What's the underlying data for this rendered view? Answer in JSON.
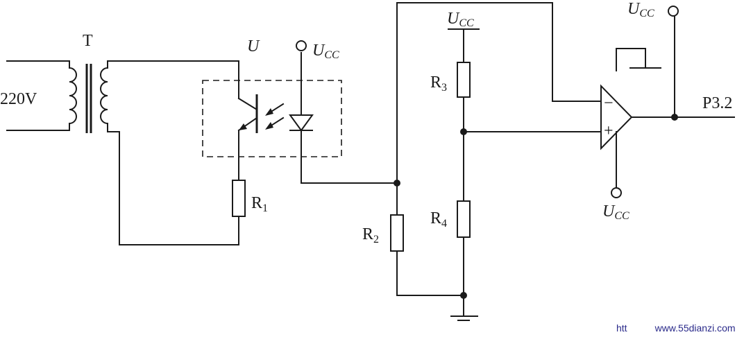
{
  "labels": {
    "input_voltage": "220V",
    "transformer": "T",
    "optocoupler": "U",
    "r1": {
      "main": "R",
      "sub": "1"
    },
    "r2": {
      "main": "R",
      "sub": "2"
    },
    "r3": {
      "main": "R",
      "sub": "3"
    },
    "r4": {
      "main": "R",
      "sub": "4"
    },
    "ucc": {
      "main": "U",
      "sub": "CC"
    },
    "output": "P3.2",
    "plus": "+",
    "minus": "−"
  },
  "watermark": {
    "prefix": "htt",
    "url": "www.55dianzi.com"
  }
}
